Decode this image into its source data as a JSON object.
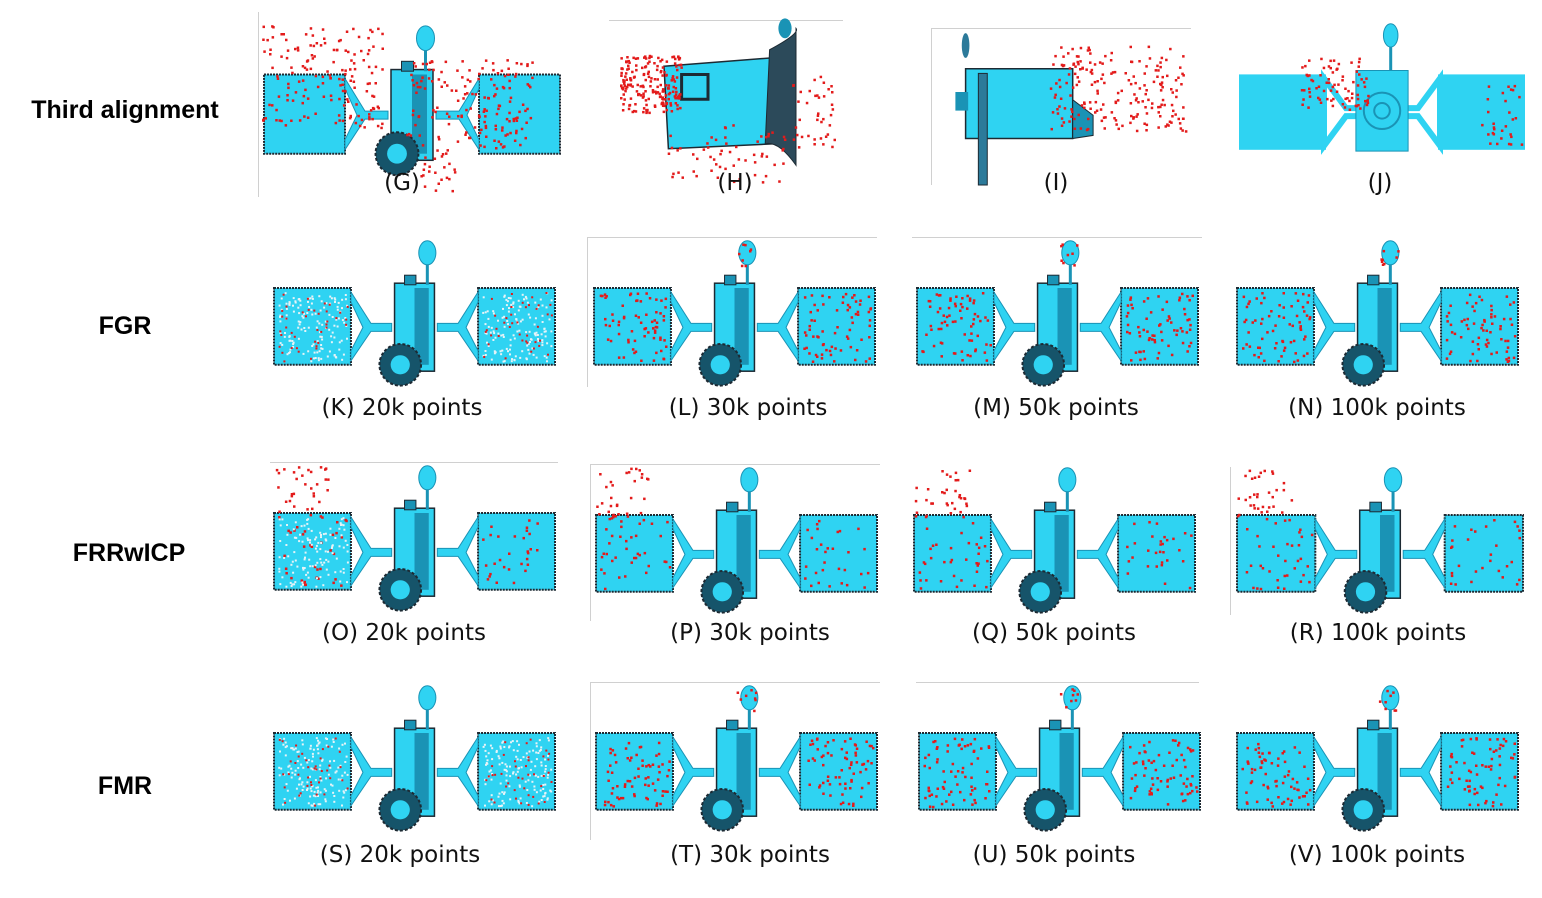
{
  "colors": {
    "model": "#2fd3f2",
    "model_dark": "#1a93b5",
    "outline": "#1d2a33",
    "points": "#e31b1b"
  },
  "rows": [
    {
      "label": "Third alignment",
      "panels": [
        {
          "caption": "(G)"
        },
        {
          "caption": "(H)"
        },
        {
          "caption": "(I)"
        },
        {
          "caption": "(J)"
        }
      ]
    },
    {
      "label": "FGR",
      "panels": [
        {
          "caption": "(K) 20k points"
        },
        {
          "caption": "(L) 30k points"
        },
        {
          "caption": "(M) 50k points"
        },
        {
          "caption": "(N) 100k points"
        }
      ]
    },
    {
      "label": "FRRwICP",
      "panels": [
        {
          "caption": "(O) 20k points"
        },
        {
          "caption": "(P) 30k points"
        },
        {
          "caption": "(Q) 50k points"
        },
        {
          "caption": "(R) 100k points"
        }
      ]
    },
    {
      "label": "FMR",
      "panels": [
        {
          "caption": "(S) 20k points"
        },
        {
          "caption": "(T) 30k points"
        },
        {
          "caption": "(U) 50k points"
        },
        {
          "caption": "(V) 100k points"
        }
      ]
    }
  ]
}
